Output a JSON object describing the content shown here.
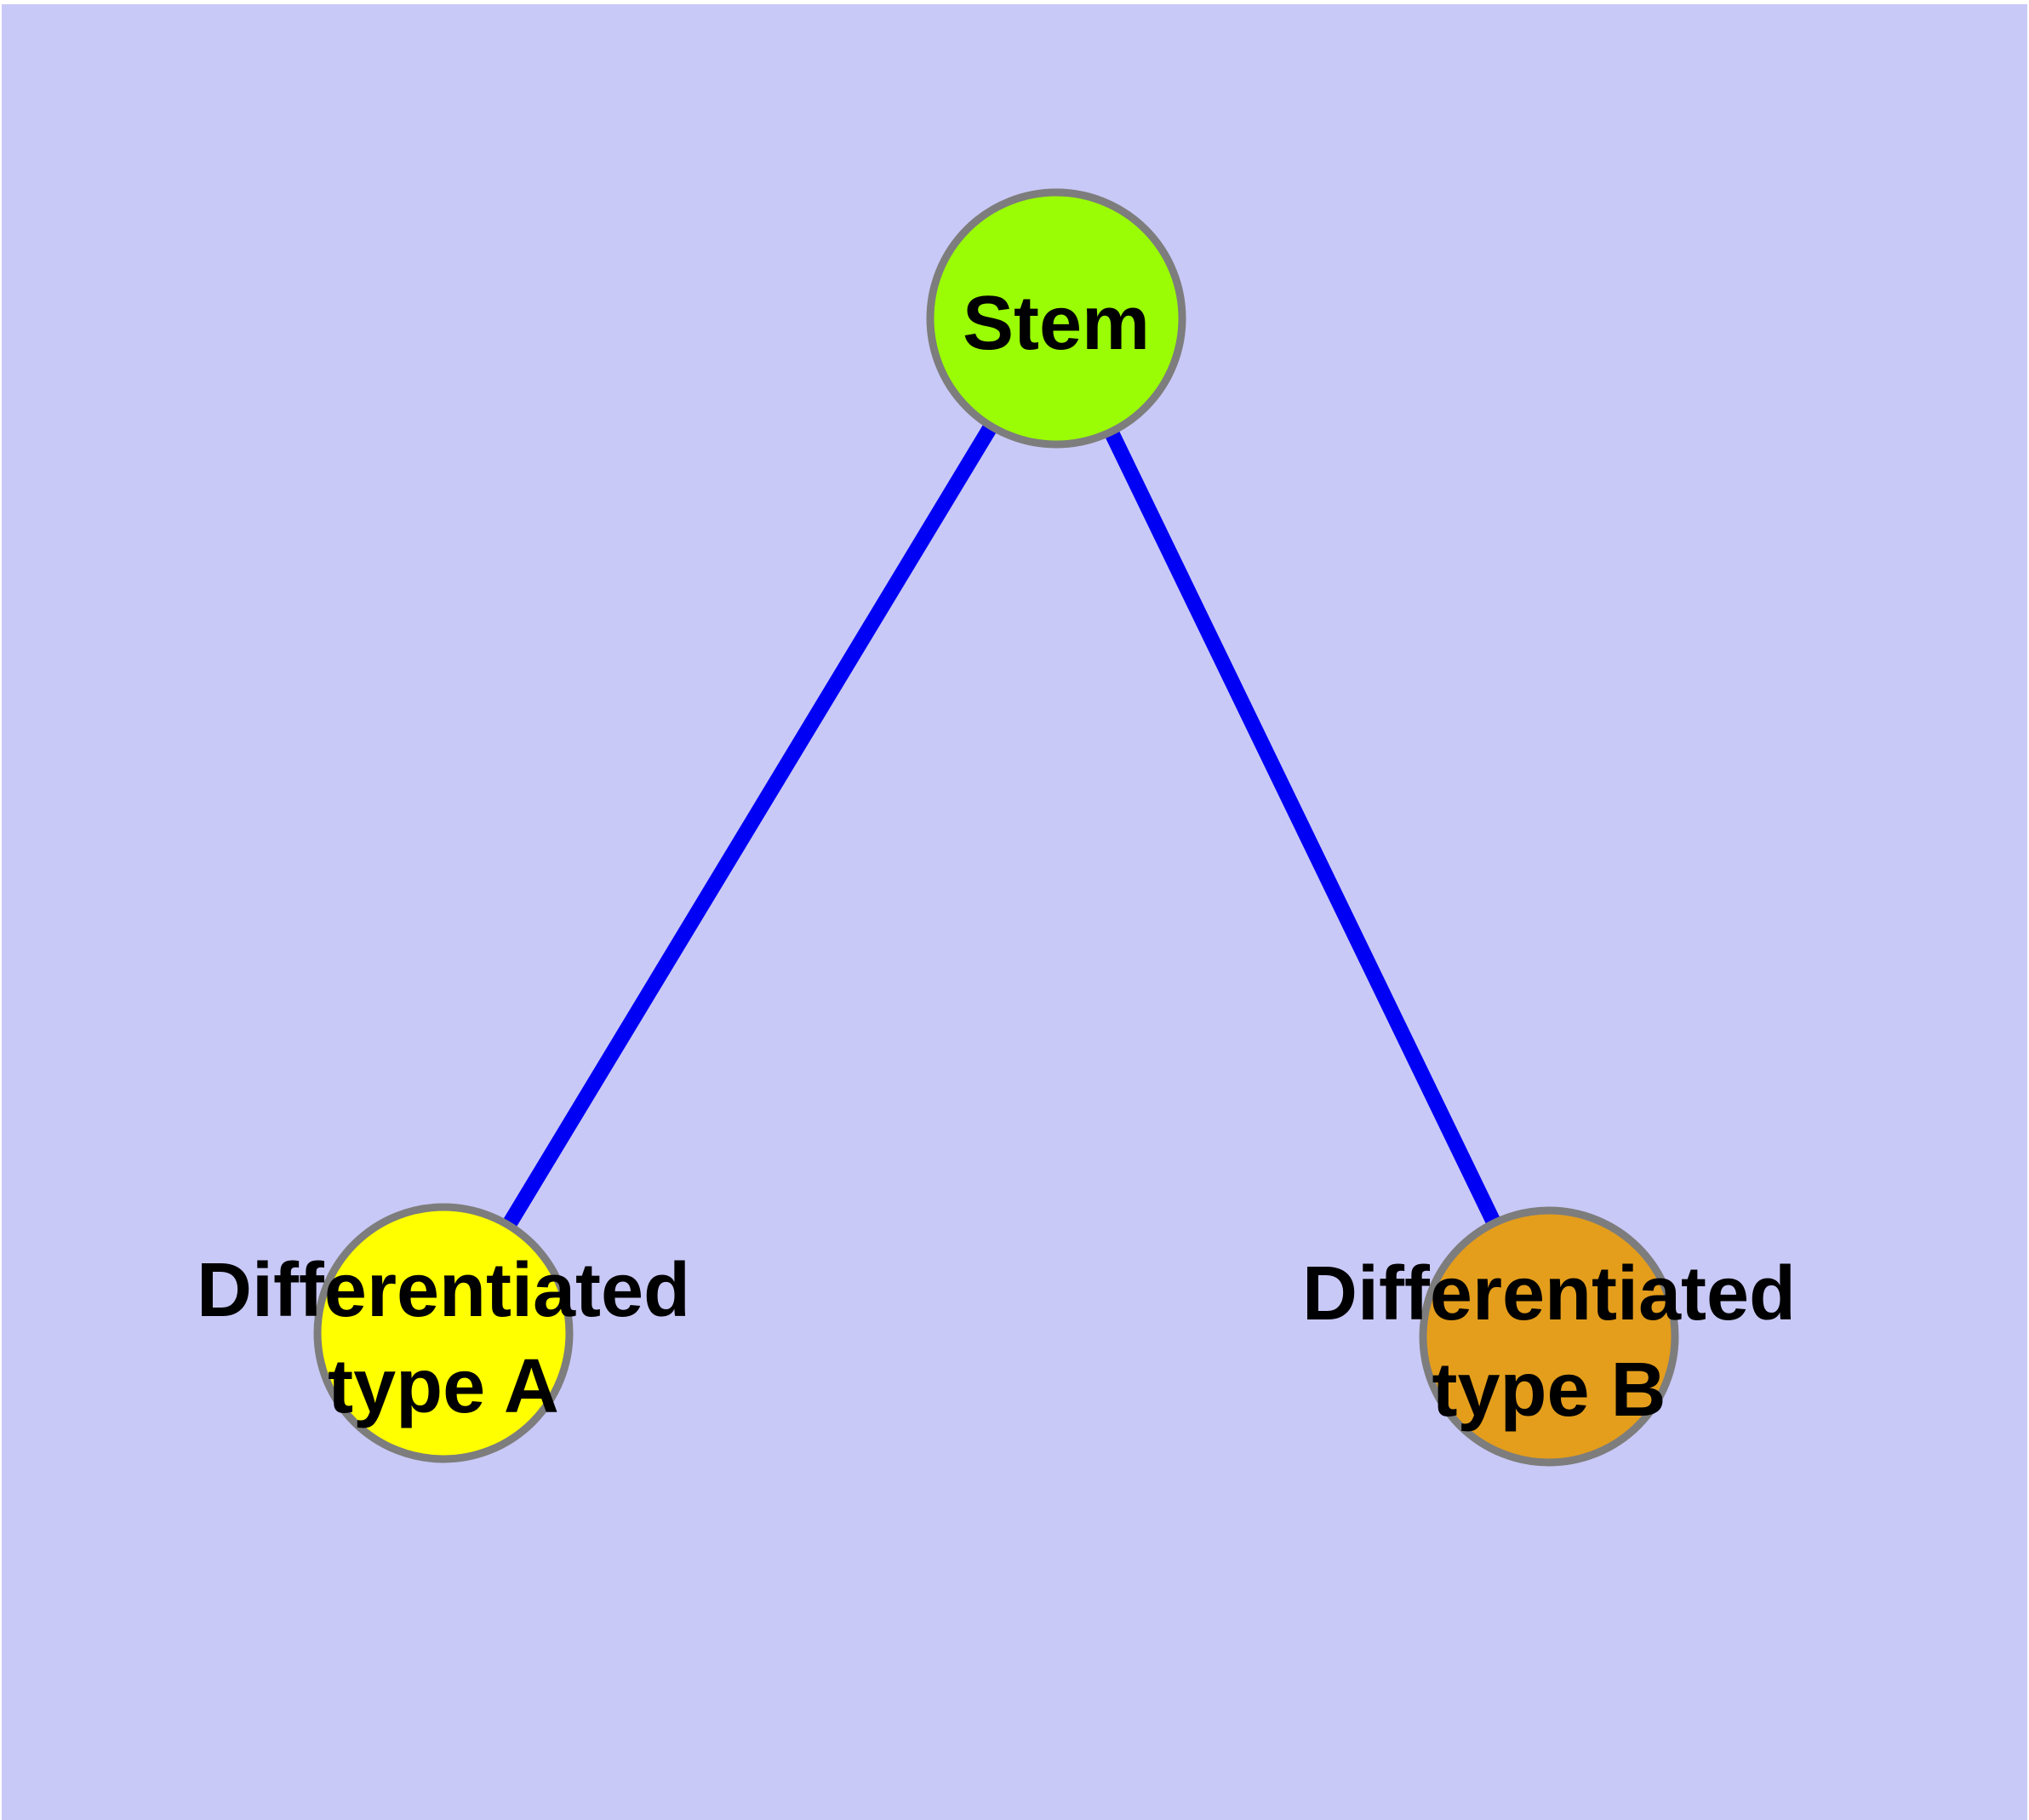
{
  "diagram": {
    "type": "node-link-graph",
    "background_color": "#C9C9F7",
    "page_margin_color": "#FFFFFF",
    "edge_color": "#0000F5",
    "node_border_color": "#7D7D7D",
    "label_color": "#000000",
    "nodes": [
      {
        "id": "stem",
        "label": "Stem",
        "lines": [
          "Stem"
        ],
        "fill_color": "#9AFD05"
      },
      {
        "id": "differentiated-type-a",
        "label": "Differentiated type A",
        "lines": [
          "Differentiated",
          "type A"
        ],
        "fill_color": "#FFFF00"
      },
      {
        "id": "differentiated-type-b",
        "label": "Differentiated type B",
        "lines": [
          "Differentiated",
          "type B"
        ],
        "fill_color": "#E49E1C"
      }
    ],
    "edges": [
      {
        "from": "Stem",
        "to": "Differentiated type A"
      },
      {
        "from": "Stem",
        "to": "Differentiated type B"
      }
    ]
  }
}
